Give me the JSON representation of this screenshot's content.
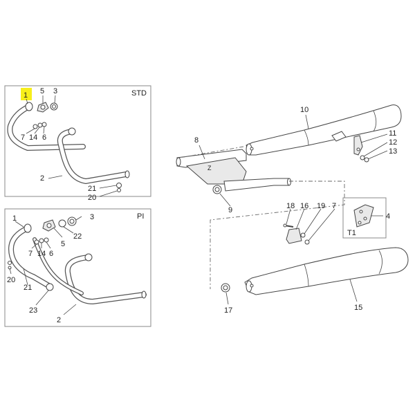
{
  "panels": {
    "std": {
      "tag": "STD"
    },
    "pi": {
      "tag": "PI"
    }
  },
  "highlight_color": "#f7ee1b",
  "callouts": {
    "std": [
      "1",
      "5",
      "3",
      "7",
      "14",
      "6",
      "2",
      "21",
      "20"
    ],
    "pi": [
      "1",
      "3",
      "5",
      "22",
      "7",
      "14",
      "6",
      "20",
      "21",
      "23",
      "2"
    ],
    "main": [
      "10",
      "8",
      "11",
      "12",
      "13",
      "9",
      "18",
      "16",
      "19",
      "7",
      "4",
      "T1",
      "17",
      "15"
    ]
  }
}
